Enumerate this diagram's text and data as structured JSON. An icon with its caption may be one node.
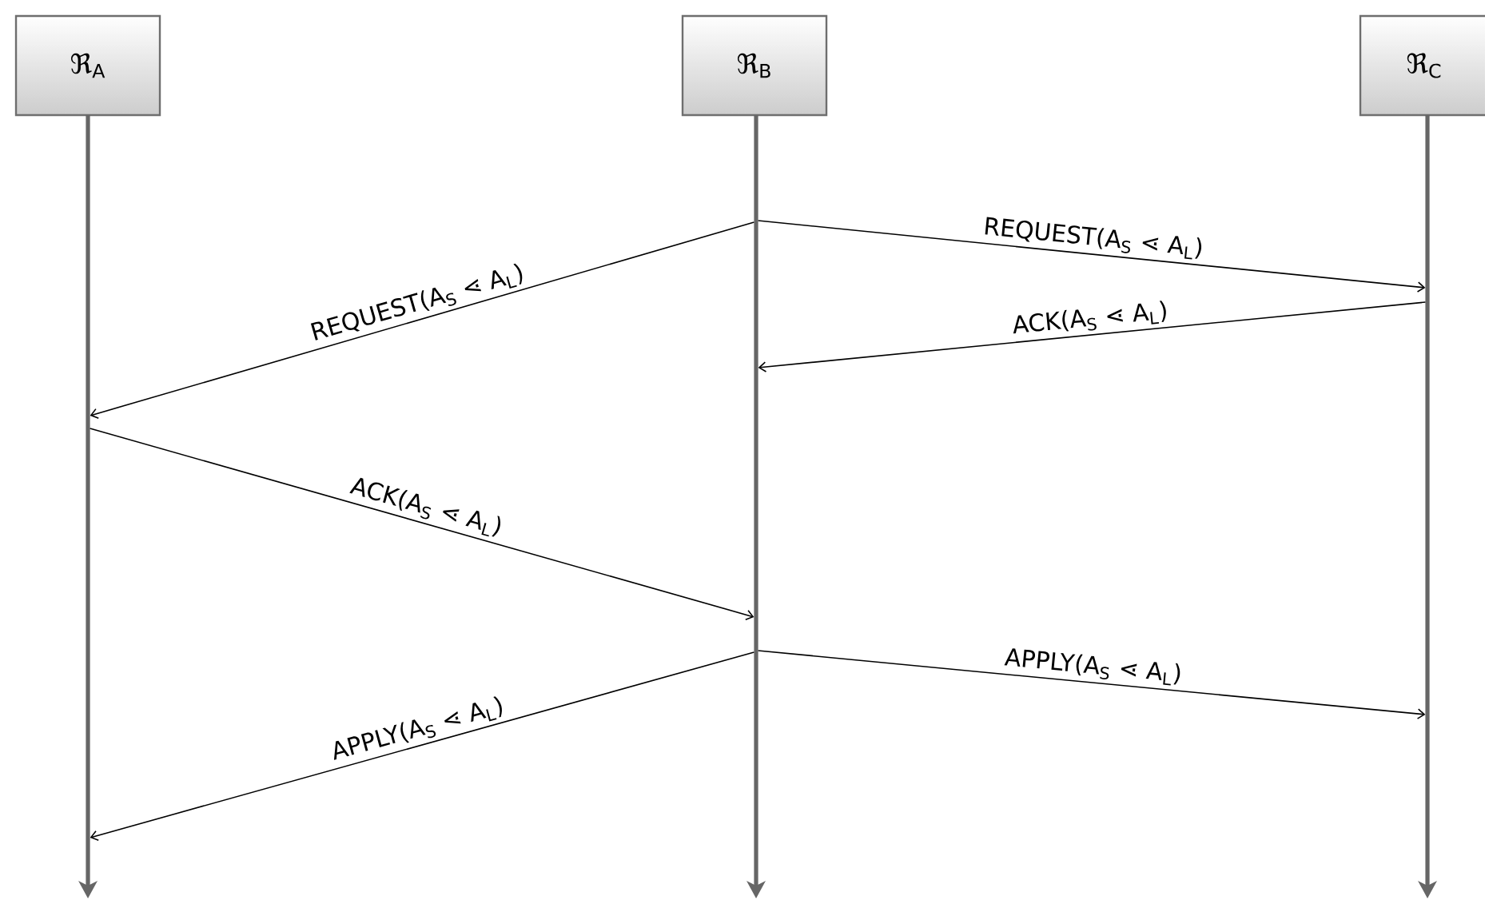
{
  "diagram": {
    "nodes": [
      {
        "text": [
          "ℜ$_{A}$"
        ]
      },
      {
        "text": [
          "ℜ$_{B}$"
        ]
      },
      {
        "text": [
          "ℜ$_{C}$"
        ]
      },
      {
        "text": [],
        "shape": "bar"
      },
      {
        "text": [],
        "shape": "bar"
      },
      {
        "text": [],
        "shape": "bar"
      }
    ],
    "edges": [
      {
        "from": 4,
        "to": 3,
        "arrow": "to",
        "label": "REQUEST(A$_{S}$ ⋖ A$_{L}$)"
      },
      {
        "from": 4,
        "to": 5,
        "arrow": "to",
        "label": "REQUEST(A$_{S}$ ⋖ A$_{L}$)"
      },
      {
        "from": 5,
        "to": 4,
        "arrow": "to",
        "label": "ACK(A$_{S}$ ⋖ A$_{L}$)"
      },
      {
        "from": 3,
        "to": 4,
        "arrow": "to",
        "label": "ACK(A$_{S}$ ⋖ A$_{L}$)"
      },
      {
        "from": 4,
        "to": 5,
        "arrow": "to",
        "label": "APPLY(A$_{S}$ ⋖ A$_{L}$)"
      },
      {
        "from": 4,
        "to": 3,
        "arrow": "to",
        "label": "APPLY(A$_{S}$ ⋖ A$_{L}$)"
      }
    ]
  }
}
